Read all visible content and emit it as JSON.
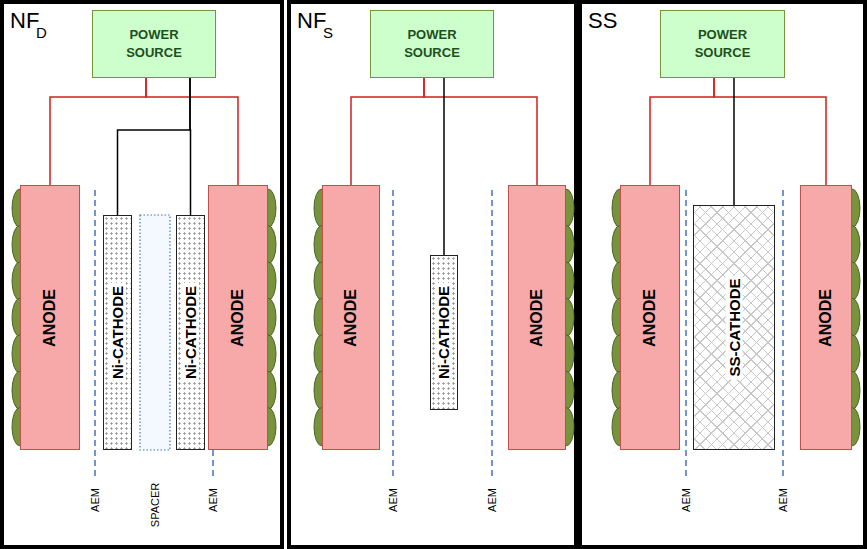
{
  "diagram": {
    "nodes": [
      {
        "text": [
          "POWER SOURCE"
        ]
      },
      {
        "text": [
          "ANODE"
        ]
      },
      {
        "text": [
          "Ni-CATHODE"
        ]
      },
      {
        "text": [
          "Ni-CATHODE"
        ]
      },
      {
        "text": [
          "ANODE"
        ]
      },
      {
        "text": [
          "POWER SOURCE"
        ]
      },
      {
        "text": [
          "ANODE"
        ]
      },
      {
        "text": [
          "Ni-CATHODE"
        ]
      },
      {
        "text": [
          "ANODE"
        ]
      },
      {
        "text": [
          "POWER SOURCE"
        ]
      },
      {
        "text": [
          "ANODE"
        ]
      },
      {
        "text": [
          "SS-CATHODE"
        ]
      },
      {
        "text": [
          "ANODE"
        ]
      }
    ],
    "edges": [
      {
        "from": 0,
        "to": 1,
        "arrow": "none"
      },
      {
        "from": 0,
        "to": 4,
        "arrow": "none"
      },
      {
        "from": 0,
        "to": 2,
        "arrow": "none"
      },
      {
        "from": 0,
        "to": 3,
        "arrow": "none"
      },
      {
        "from": 5,
        "to": 6,
        "arrow": "none"
      },
      {
        "from": 5,
        "to": 8,
        "arrow": "none"
      },
      {
        "from": 5,
        "to": 7,
        "arrow": "none"
      },
      {
        "from": 9,
        "to": 10,
        "arrow": "none"
      },
      {
        "from": 9,
        "to": 12,
        "arrow": "none"
      },
      {
        "from": 9,
        "to": 11,
        "arrow": "none"
      }
    ],
    "labels": [
      "NF",
      "D",
      "AEM",
      "SPACER",
      "AEM",
      "NF",
      "S",
      "AEM",
      "AEM",
      "SS",
      "AEM",
      "AEM"
    ]
  }
}
